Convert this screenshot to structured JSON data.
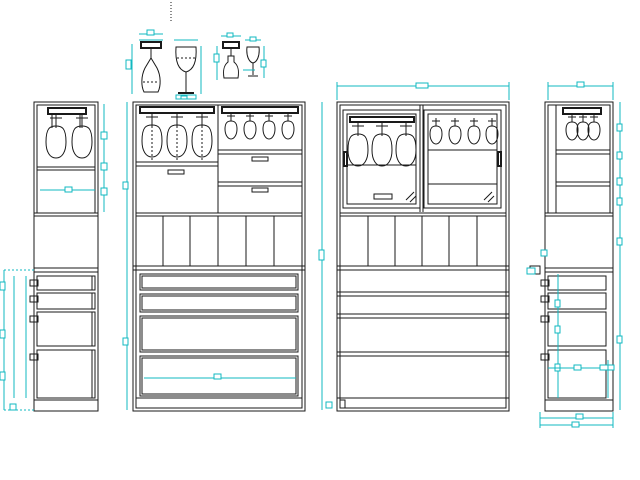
{
  "drawing": {
    "title": "",
    "views": [
      "side-view-left",
      "front-view-open",
      "front-view-closed",
      "side-view-right"
    ]
  },
  "colors": {
    "background": "#ffffff",
    "linework": "#1a1a1a",
    "dimension": "#11b8c0"
  },
  "icons": [
    "wine-glass-icon",
    "bottle-icon",
    "glass-rack-icon",
    "drawer-handle-icon"
  ]
}
